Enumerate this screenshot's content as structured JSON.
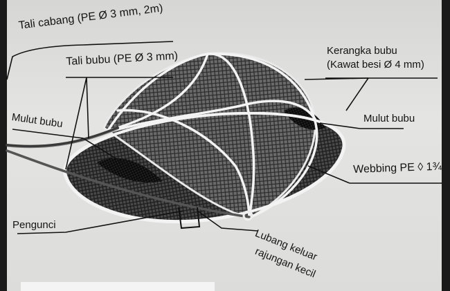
{
  "labels": {
    "tali_cabang": "Tali cabang (PE Ø 3 mm, 2m)",
    "tali_bubu": "Tali bubu (PE Ø 3 mm)",
    "kerangka_line1": "Kerangka bubu",
    "kerangka_line2": "(Kawat besi Ø 4 mm)",
    "mulut_bubu_left": "Mulut bubu",
    "mulut_bubu_right": "Mulut bubu",
    "webbing": "Webbing PE ◊ 1¾\"",
    "pengunci": "Pengunci",
    "lubang_line1": "Lubang keluar",
    "lubang_line2": "rajungan kecil"
  },
  "colors": {
    "background": "#dcdcda",
    "mesh": "#2a2a2a",
    "frame": "#f2f2f2",
    "ink": "#141414"
  }
}
